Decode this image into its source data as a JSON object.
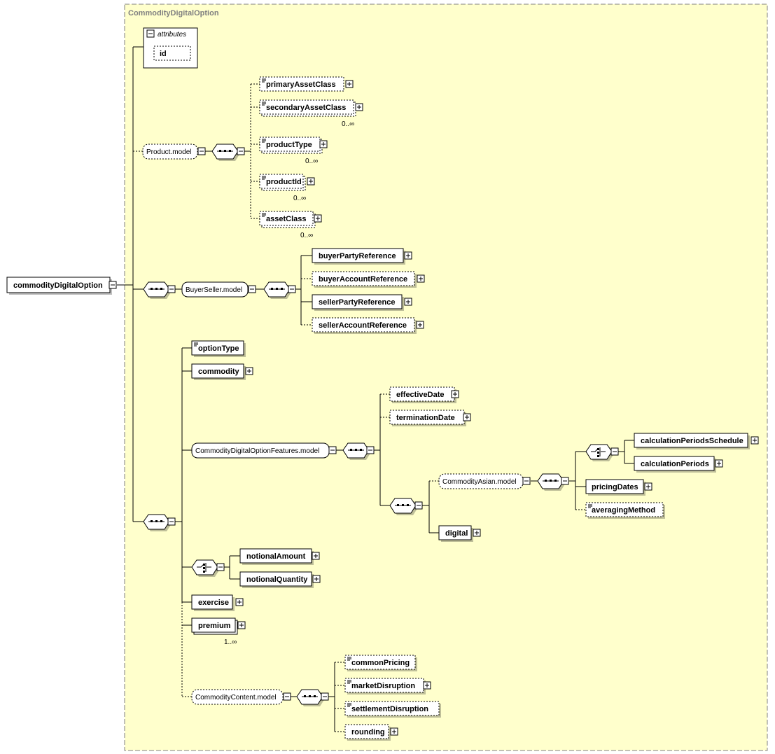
{
  "diagram": {
    "frame_title": "CommodityDigitalOption",
    "root": "commodityDigitalOption",
    "attributes_label": "attributes",
    "attribute_id": "id",
    "groups": {
      "product_model": "Product.model",
      "buyerseller_model": "BuyerSeller.model",
      "features_model": "CommodityDigitalOptionFeatures.model",
      "asian_model": "CommodityAsian.model",
      "content_model": "CommodityContent.model"
    },
    "elements": {
      "primaryAssetClass": "primaryAssetClass",
      "secondaryAssetClass": "secondaryAssetClass",
      "productType": "productType",
      "productId": "productId",
      "assetClass": "assetClass",
      "buyerPartyReference": "buyerPartyReference",
      "buyerAccountReference": "buyerAccountReference",
      "sellerPartyReference": "sellerPartyReference",
      "sellerAccountReference": "sellerAccountReference",
      "optionType": "optionType",
      "commodity": "commodity",
      "effectiveDate": "effectiveDate",
      "terminationDate": "terminationDate",
      "calculationPeriodsSchedule": "calculationPeriodsSchedule",
      "calculationPeriods": "calculationPeriods",
      "pricingDates": "pricingDates",
      "averagingMethod": "averagingMethod",
      "digital": "digital",
      "notionalAmount": "notionalAmount",
      "notionalQuantity": "notionalQuantity",
      "exercise": "exercise",
      "premium": "premium",
      "commonPricing": "commonPricing",
      "marketDisruption": "marketDisruption",
      "settlementDisruption": "settlementDisruption",
      "rounding": "rounding"
    },
    "cardinality": {
      "zero_many": "0..∞",
      "one_many": "1..∞"
    },
    "colors": {
      "frame_fill": "#ffffcc",
      "frame_border": "#808080",
      "box_fill": "#ffffff",
      "line": "#000000"
    }
  }
}
